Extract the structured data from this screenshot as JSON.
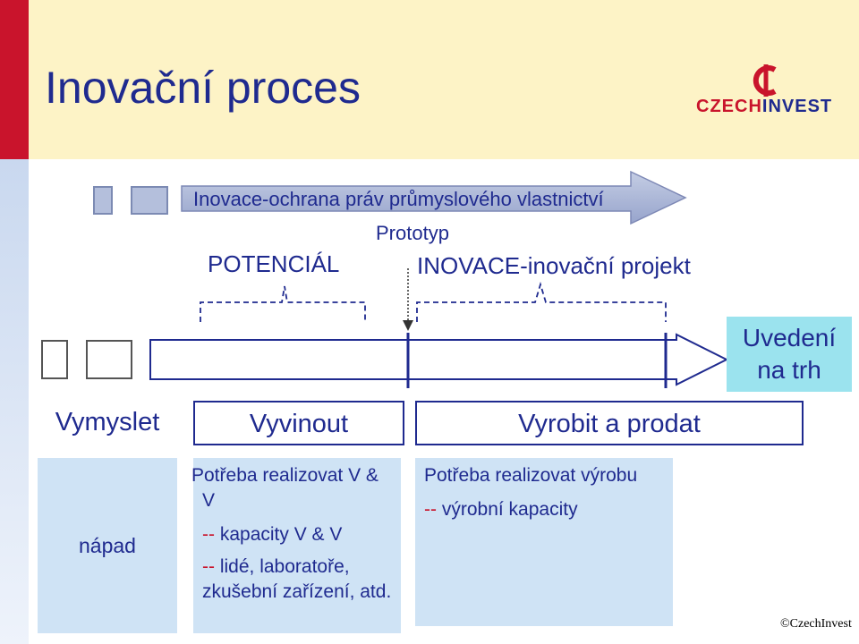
{
  "title": "Inovační proces",
  "logo": {
    "part1": "CZECH",
    "part2": "INVEST"
  },
  "top_arrow": {
    "label": "Inovace-ochrana práv průmyslového vlastnictví"
  },
  "labels": {
    "potencial": "POTENCIÁL",
    "prototyp": "Prototyp",
    "inovace": "INOVACE-inovační projekt",
    "uvedeni": "Uvedení na trh"
  },
  "phases": {
    "vymyslet": "Vymyslet",
    "vyvinout": "Vyvinout",
    "vyrobit": "Vyrobit a prodat"
  },
  "details": {
    "napad": "nápad",
    "col2_heading": "Potřeba realizovat V & V",
    "col2_items": [
      "kapacity V & V",
      "lidé, laboratoře, zkušební zařízení, atd."
    ],
    "col3_heading": "Potřeba realizovat výrobu",
    "col3_items": [
      "výrobní kapacity"
    ]
  },
  "dash_marker": "--",
  "copyright": "©CzechInvest",
  "colors": {
    "accent_red": "#c9142c",
    "navy": "#1f2a8f",
    "light_blue": "#cfe3f5",
    "cyan": "#9be3ee"
  }
}
